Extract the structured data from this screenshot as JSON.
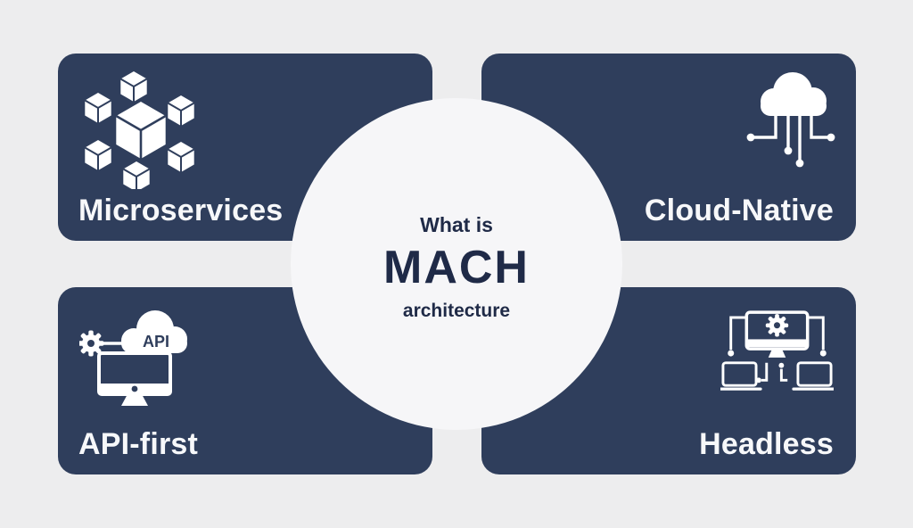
{
  "page": {
    "background_color": "#ededee",
    "circle_color": "#f6f6f8",
    "card_color": "#2f3e5c",
    "card_text_color": "#f7f8fa",
    "center_text_color": "#1f2a47"
  },
  "center": {
    "line1": "What is",
    "line2": "MACH",
    "line3": "architecture"
  },
  "cards": {
    "microservices": {
      "label": "Microservices",
      "icon": "cubes-network-icon"
    },
    "cloud_native": {
      "label": "Cloud-Native",
      "icon": "cloud-circuit-icon"
    },
    "api_first": {
      "label": "API-first",
      "icon": "gear-cloud-monitor-icon",
      "badge": "API"
    },
    "headless": {
      "label": "Headless",
      "icon": "monitor-gear-laptops-icon"
    }
  }
}
